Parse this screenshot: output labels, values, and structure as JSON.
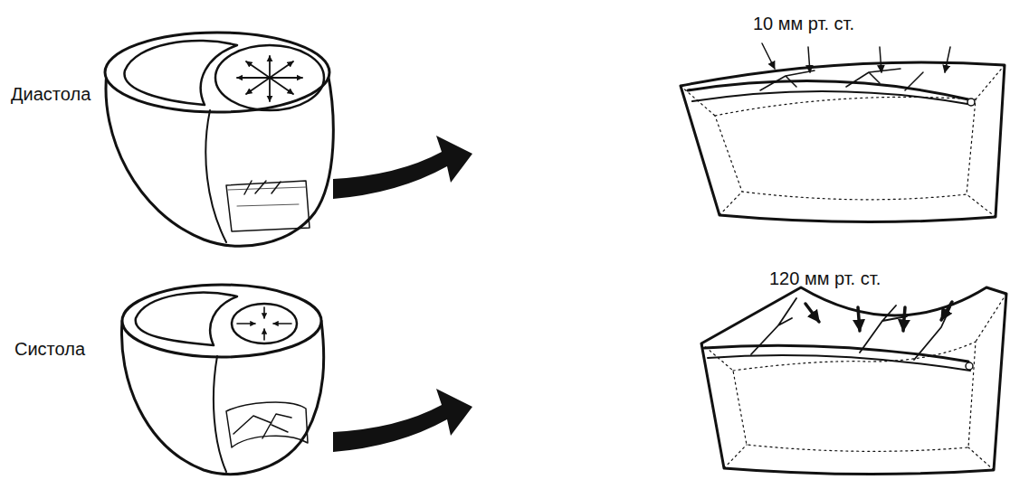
{
  "diagram": {
    "labels": [
      "Диастола",
      "10 мм рт. ст.",
      "Систола",
      "120 мм рт. ст."
    ]
  }
}
